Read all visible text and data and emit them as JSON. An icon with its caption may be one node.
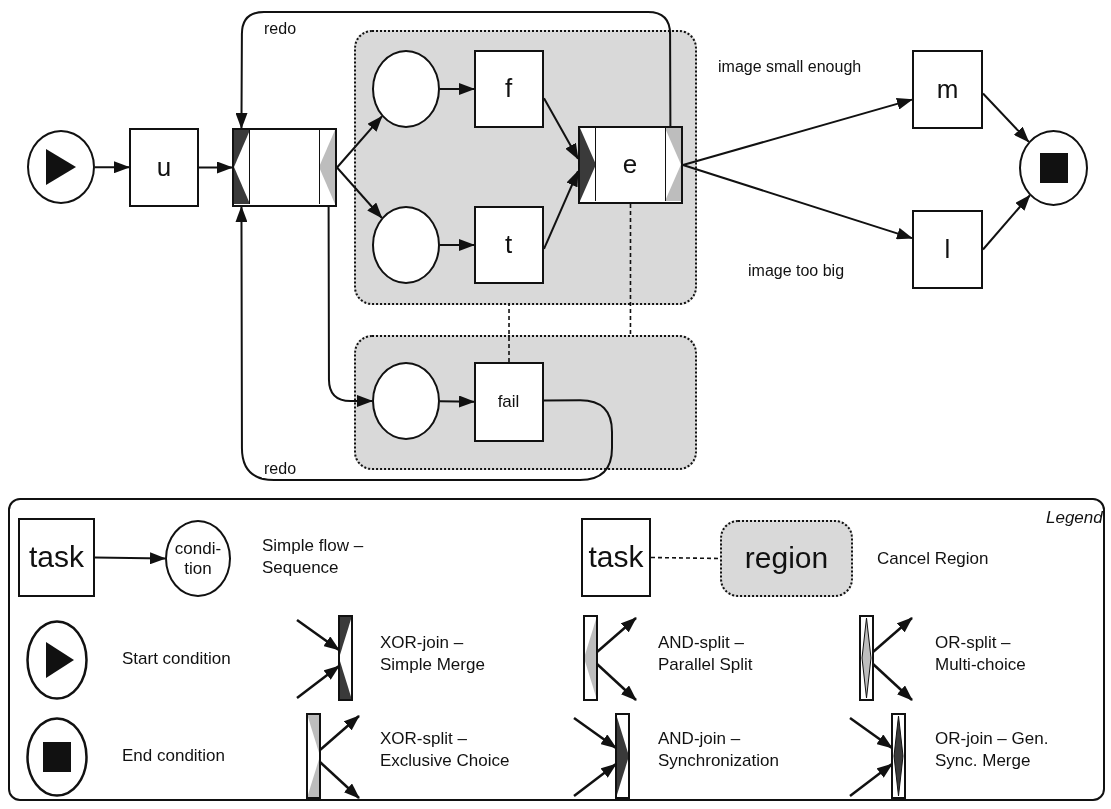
{
  "diagram": {
    "nodes": [
      {
        "text": [],
        "shape": "circle"
      },
      {
        "text": [
          "u"
        ]
      },
      {
        "text": [],
        "shape": "box"
      },
      {
        "text": [],
        "shape": "box"
      },
      {
        "text": [],
        "shape": "circle",
        "in": 3
      },
      {
        "text": [
          "f"
        ],
        "in": 3
      },
      {
        "text": [],
        "shape": "circle",
        "in": 3
      },
      {
        "text": [
          "t"
        ],
        "in": 3
      },
      {
        "text": [
          "e"
        ],
        "in": 3
      },
      {
        "text": [
          "m"
        ]
      },
      {
        "text": [
          "l"
        ]
      },
      {
        "text": [],
        "shape": "circle"
      },
      {
        "text": [],
        "shape": "box"
      },
      {
        "text": [],
        "shape": "circle",
        "in": 12
      },
      {
        "text": [
          "fail"
        ],
        "in": 12
      },
      {
        "text": [
          "task"
        ]
      },
      {
        "text": [
          "condi- tion"
        ]
      },
      {
        "text": [
          "task"
        ]
      },
      {
        "text": [
          "region"
        ]
      }
    ],
    "edges": [
      {
        "from": 0,
        "to": 1,
        "arrow": "to"
      },
      {
        "from": 1,
        "to": 2,
        "arrow": "to"
      },
      {
        "from": 2,
        "to": 4,
        "arrow": "to"
      },
      {
        "from": 2,
        "to": 6,
        "arrow": "to"
      },
      {
        "from": 4,
        "to": 5,
        "arrow": "to"
      },
      {
        "from": 6,
        "to": 7,
        "arrow": "to"
      },
      {
        "from": 5,
        "to": 8,
        "arrow": "to"
      },
      {
        "from": 7,
        "to": 8,
        "arrow": "to"
      },
      {
        "from": 8,
        "to": 9,
        "arrow": "to",
        "label": "image small enough"
      },
      {
        "from": 8,
        "to": 10,
        "arrow": "to",
        "label": "image too big"
      },
      {
        "from": 9,
        "to": 11,
        "arrow": "to"
      },
      {
        "from": 10,
        "to": 11,
        "arrow": "to"
      },
      {
        "from": 2,
        "to": 13,
        "arrow": "to"
      },
      {
        "from": 13,
        "to": 14,
        "arrow": "to"
      },
      {
        "from": 8,
        "to": 2,
        "arrow": "to",
        "label": "redo"
      },
      {
        "from": 14,
        "to": 2,
        "arrow": "to",
        "label": "redo"
      },
      {
        "from": 14,
        "to": 3,
        "arrow": "none",
        "style": "dashed"
      },
      {
        "from": 8,
        "to": 12,
        "arrow": "none",
        "style": "dashed"
      },
      {
        "from": 15,
        "to": 16,
        "arrow": "to"
      },
      {
        "from": 17,
        "to": 18,
        "arrow": "none",
        "style": "dashed"
      }
    ],
    "labels": [
      "Legend"
    ],
    "legend": [
      {
        "text": "Simple flow – Sequence"
      },
      {
        "text": "Cancel Region"
      },
      {
        "text": "Start condition"
      },
      {
        "text": "XOR-join – Simple Merge"
      },
      {
        "text": "AND-split – Parallel Split"
      },
      {
        "text": "OR-split – Multi-choice"
      },
      {
        "text": "End condition"
      },
      {
        "text": "XOR-split – Exclusive Choice"
      },
      {
        "text": "AND-join – Synchronization"
      },
      {
        "text": "OR-join – Gen. Sync. Merge"
      }
    ]
  }
}
